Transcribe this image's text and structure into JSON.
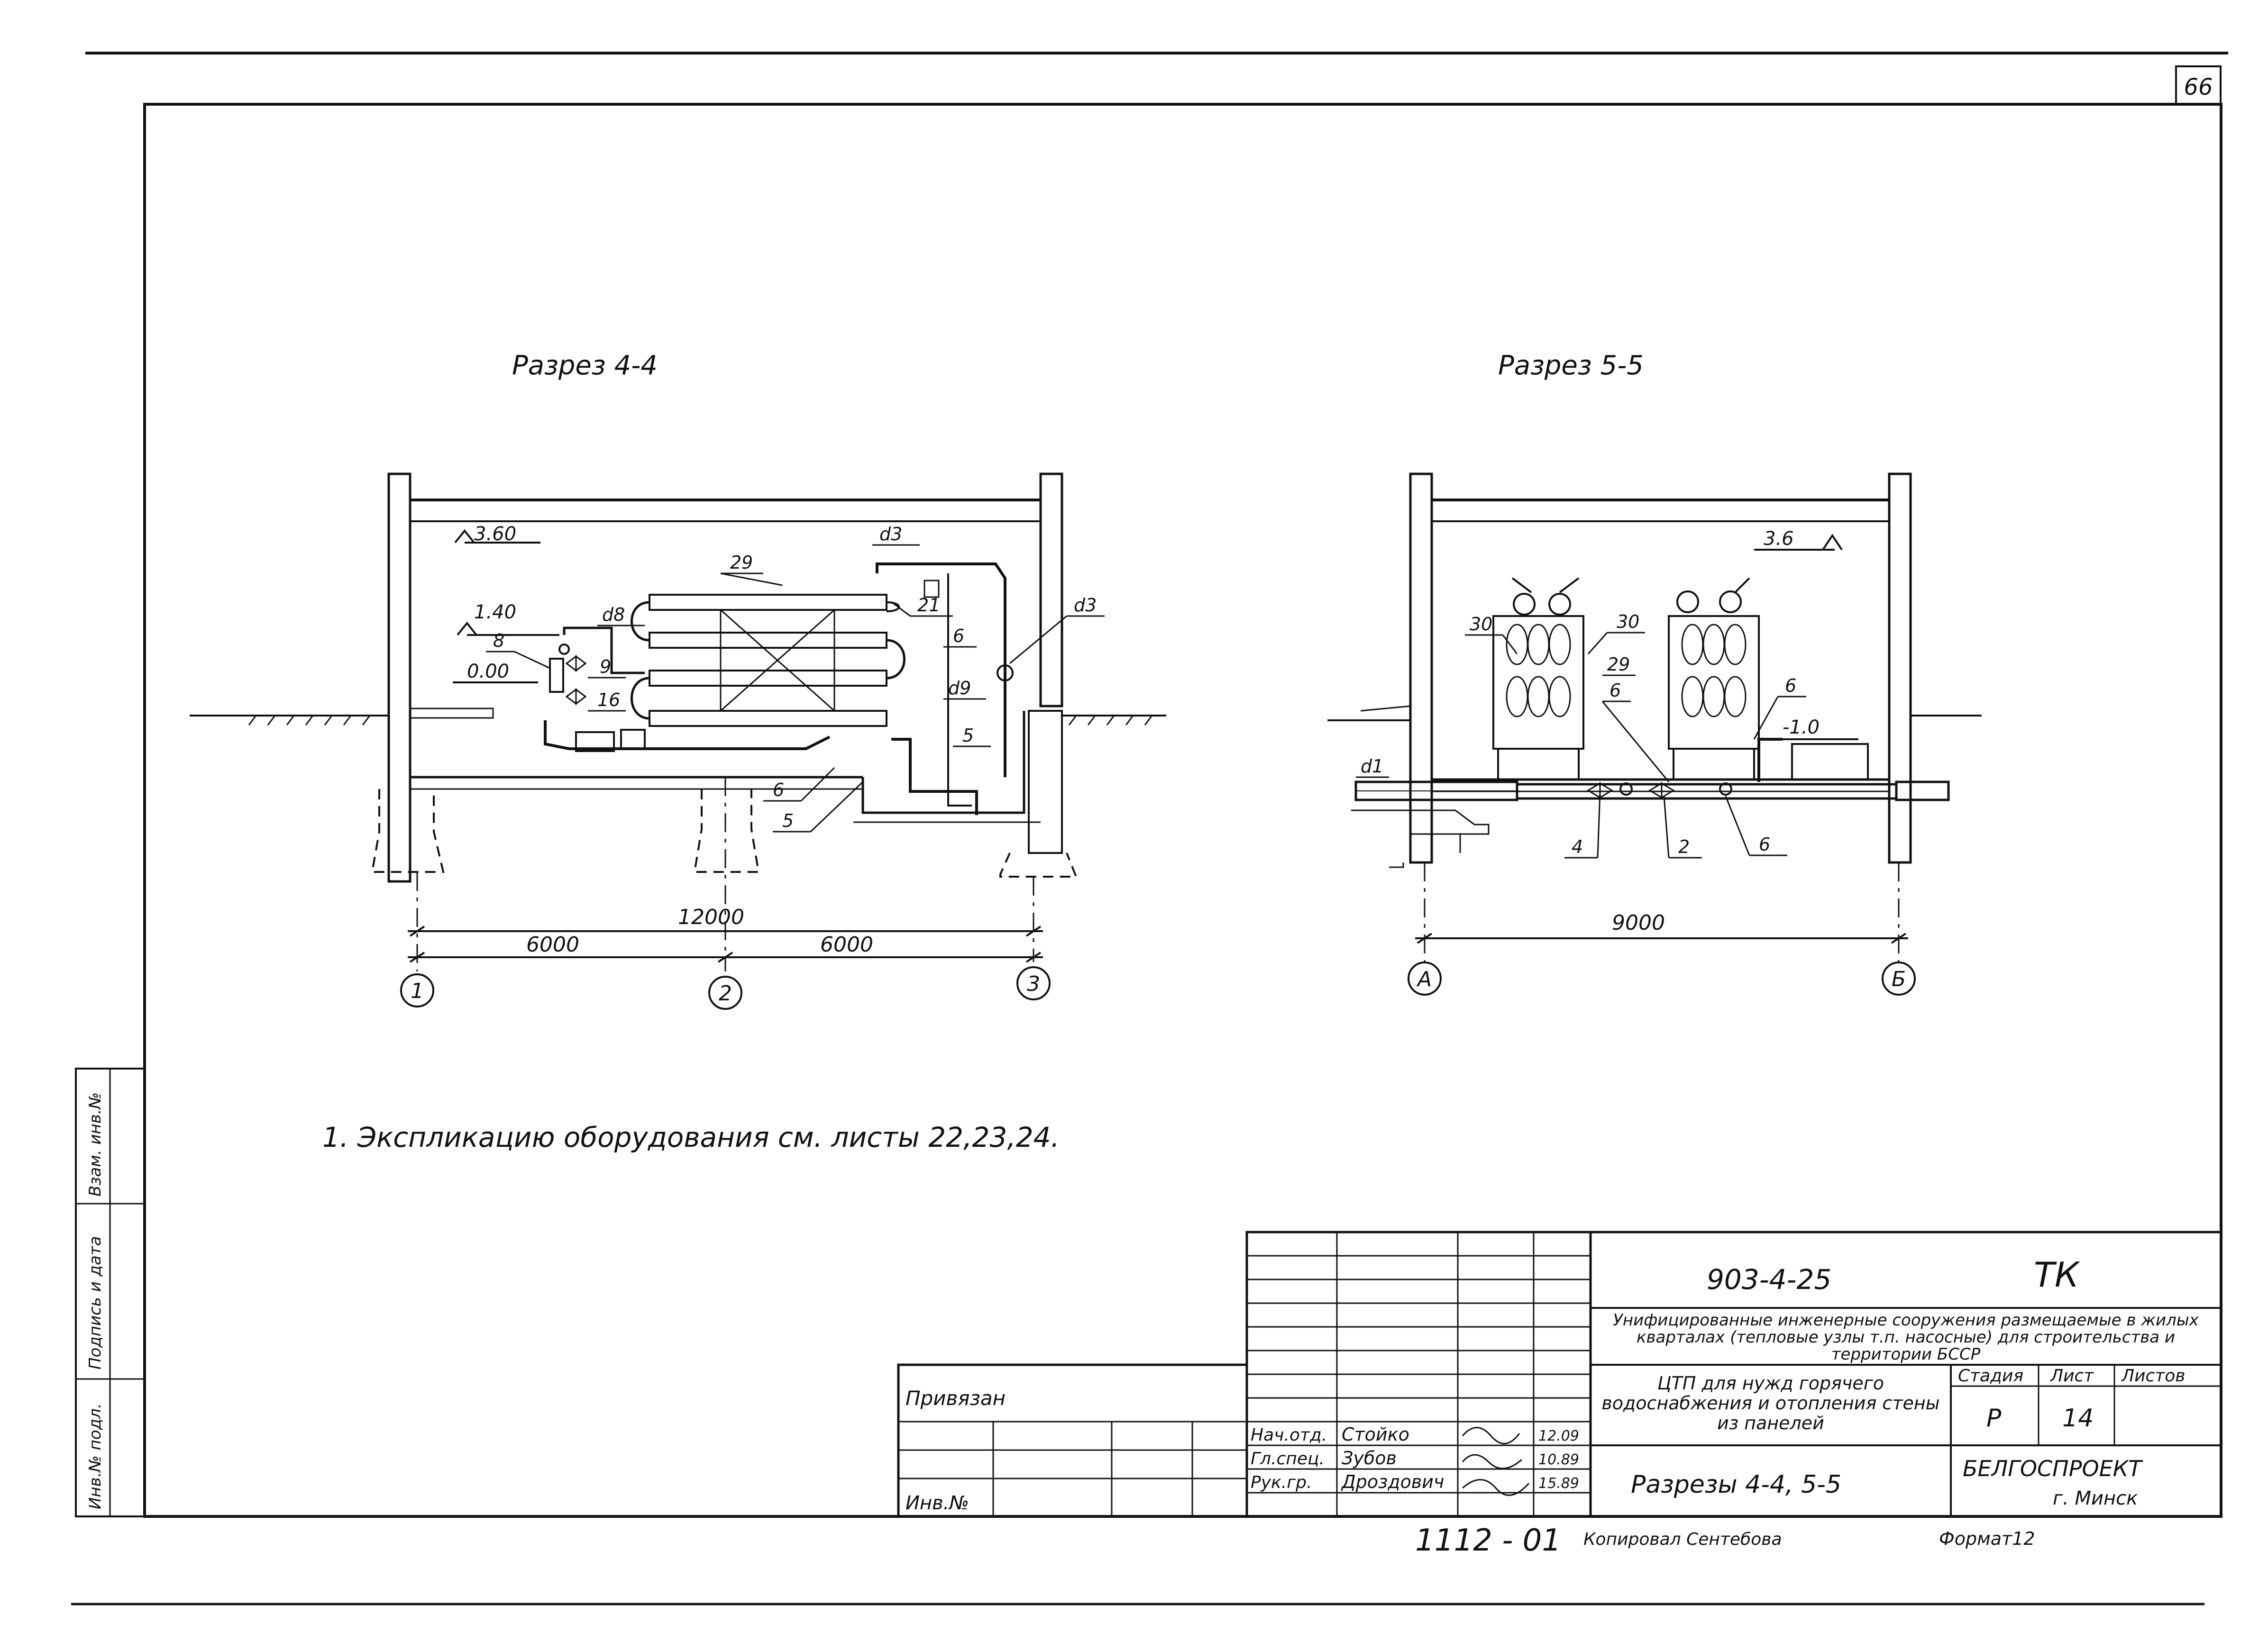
{
  "sheet": {
    "page_number": "66",
    "note": "1. Экспликацию оборудования см. листы 22,23,24.",
    "copied_by": "Копировал Сентебова",
    "format": "Формат12",
    "inv_number": "1112 - 01"
  },
  "side_stamp": [
    "Инв.№ подл.",
    "Подпись и дата",
    "Взам. инв.№"
  ],
  "section_44": {
    "title": "Разрез  4-4",
    "elev_top": "3.60",
    "elev_mid": "1.40",
    "elev_zero": "0.00",
    "labels": {
      "pos29": "29",
      "d3_top": "d3",
      "d3_right": "d3",
      "d8": "d8",
      "pos8": "8",
      "pos9": "9",
      "pos16": "16",
      "pos21": "21",
      "pos6a": "6",
      "d9": "d9",
      "pos5a": "5",
      "pos6b": "6",
      "pos5b": "5"
    },
    "dim_total": "12000",
    "dim_left": "6000",
    "dim_right": "6000",
    "axes": [
      "1",
      "2",
      "3"
    ]
  },
  "section_55": {
    "title": "Разрез  5-5",
    "elev_top": "3.6",
    "elev_low": "-1.0",
    "labels": {
      "pos30a": "30",
      "pos30b": "30",
      "pos29": "29",
      "pos6a": "6",
      "pos6b": "6",
      "d1": "d1",
      "pos4": "4",
      "pos2": "2",
      "pos6c": "6"
    },
    "dim_total": "9000",
    "axes": [
      "А",
      "Б"
    ]
  },
  "title_block": {
    "doc_number": "903-4-25",
    "code": "ТК",
    "project": "Унифицированные инженерные сооружения размещаемые в жилых кварталах (тепловые узлы т.п. насосные) для строительства и территории БССР",
    "object": "ЦТП для нужд горячего водоснабжения и отопления стены из панелей",
    "sheet_title": "Разрезы 4-4, 5-5",
    "stage_label": "Стадия",
    "sheet_label": "Лист",
    "sheets_label": "Листов",
    "stage": "Р",
    "sheet": "14",
    "org": "БЕЛГОСПРОЕКТ",
    "city": "г. Минск",
    "privyazan": "Привязан",
    "inv_no_label": "Инв.№",
    "signatures": [
      {
        "role": "Нач.отд.",
        "name": "Стойко",
        "date": "12.09"
      },
      {
        "role": "Гл.спец.",
        "name": "Зубов",
        "date": "10.89"
      },
      {
        "role": "Рук.гр.",
        "name": "Дроздович",
        "date": "15.89"
      }
    ]
  }
}
